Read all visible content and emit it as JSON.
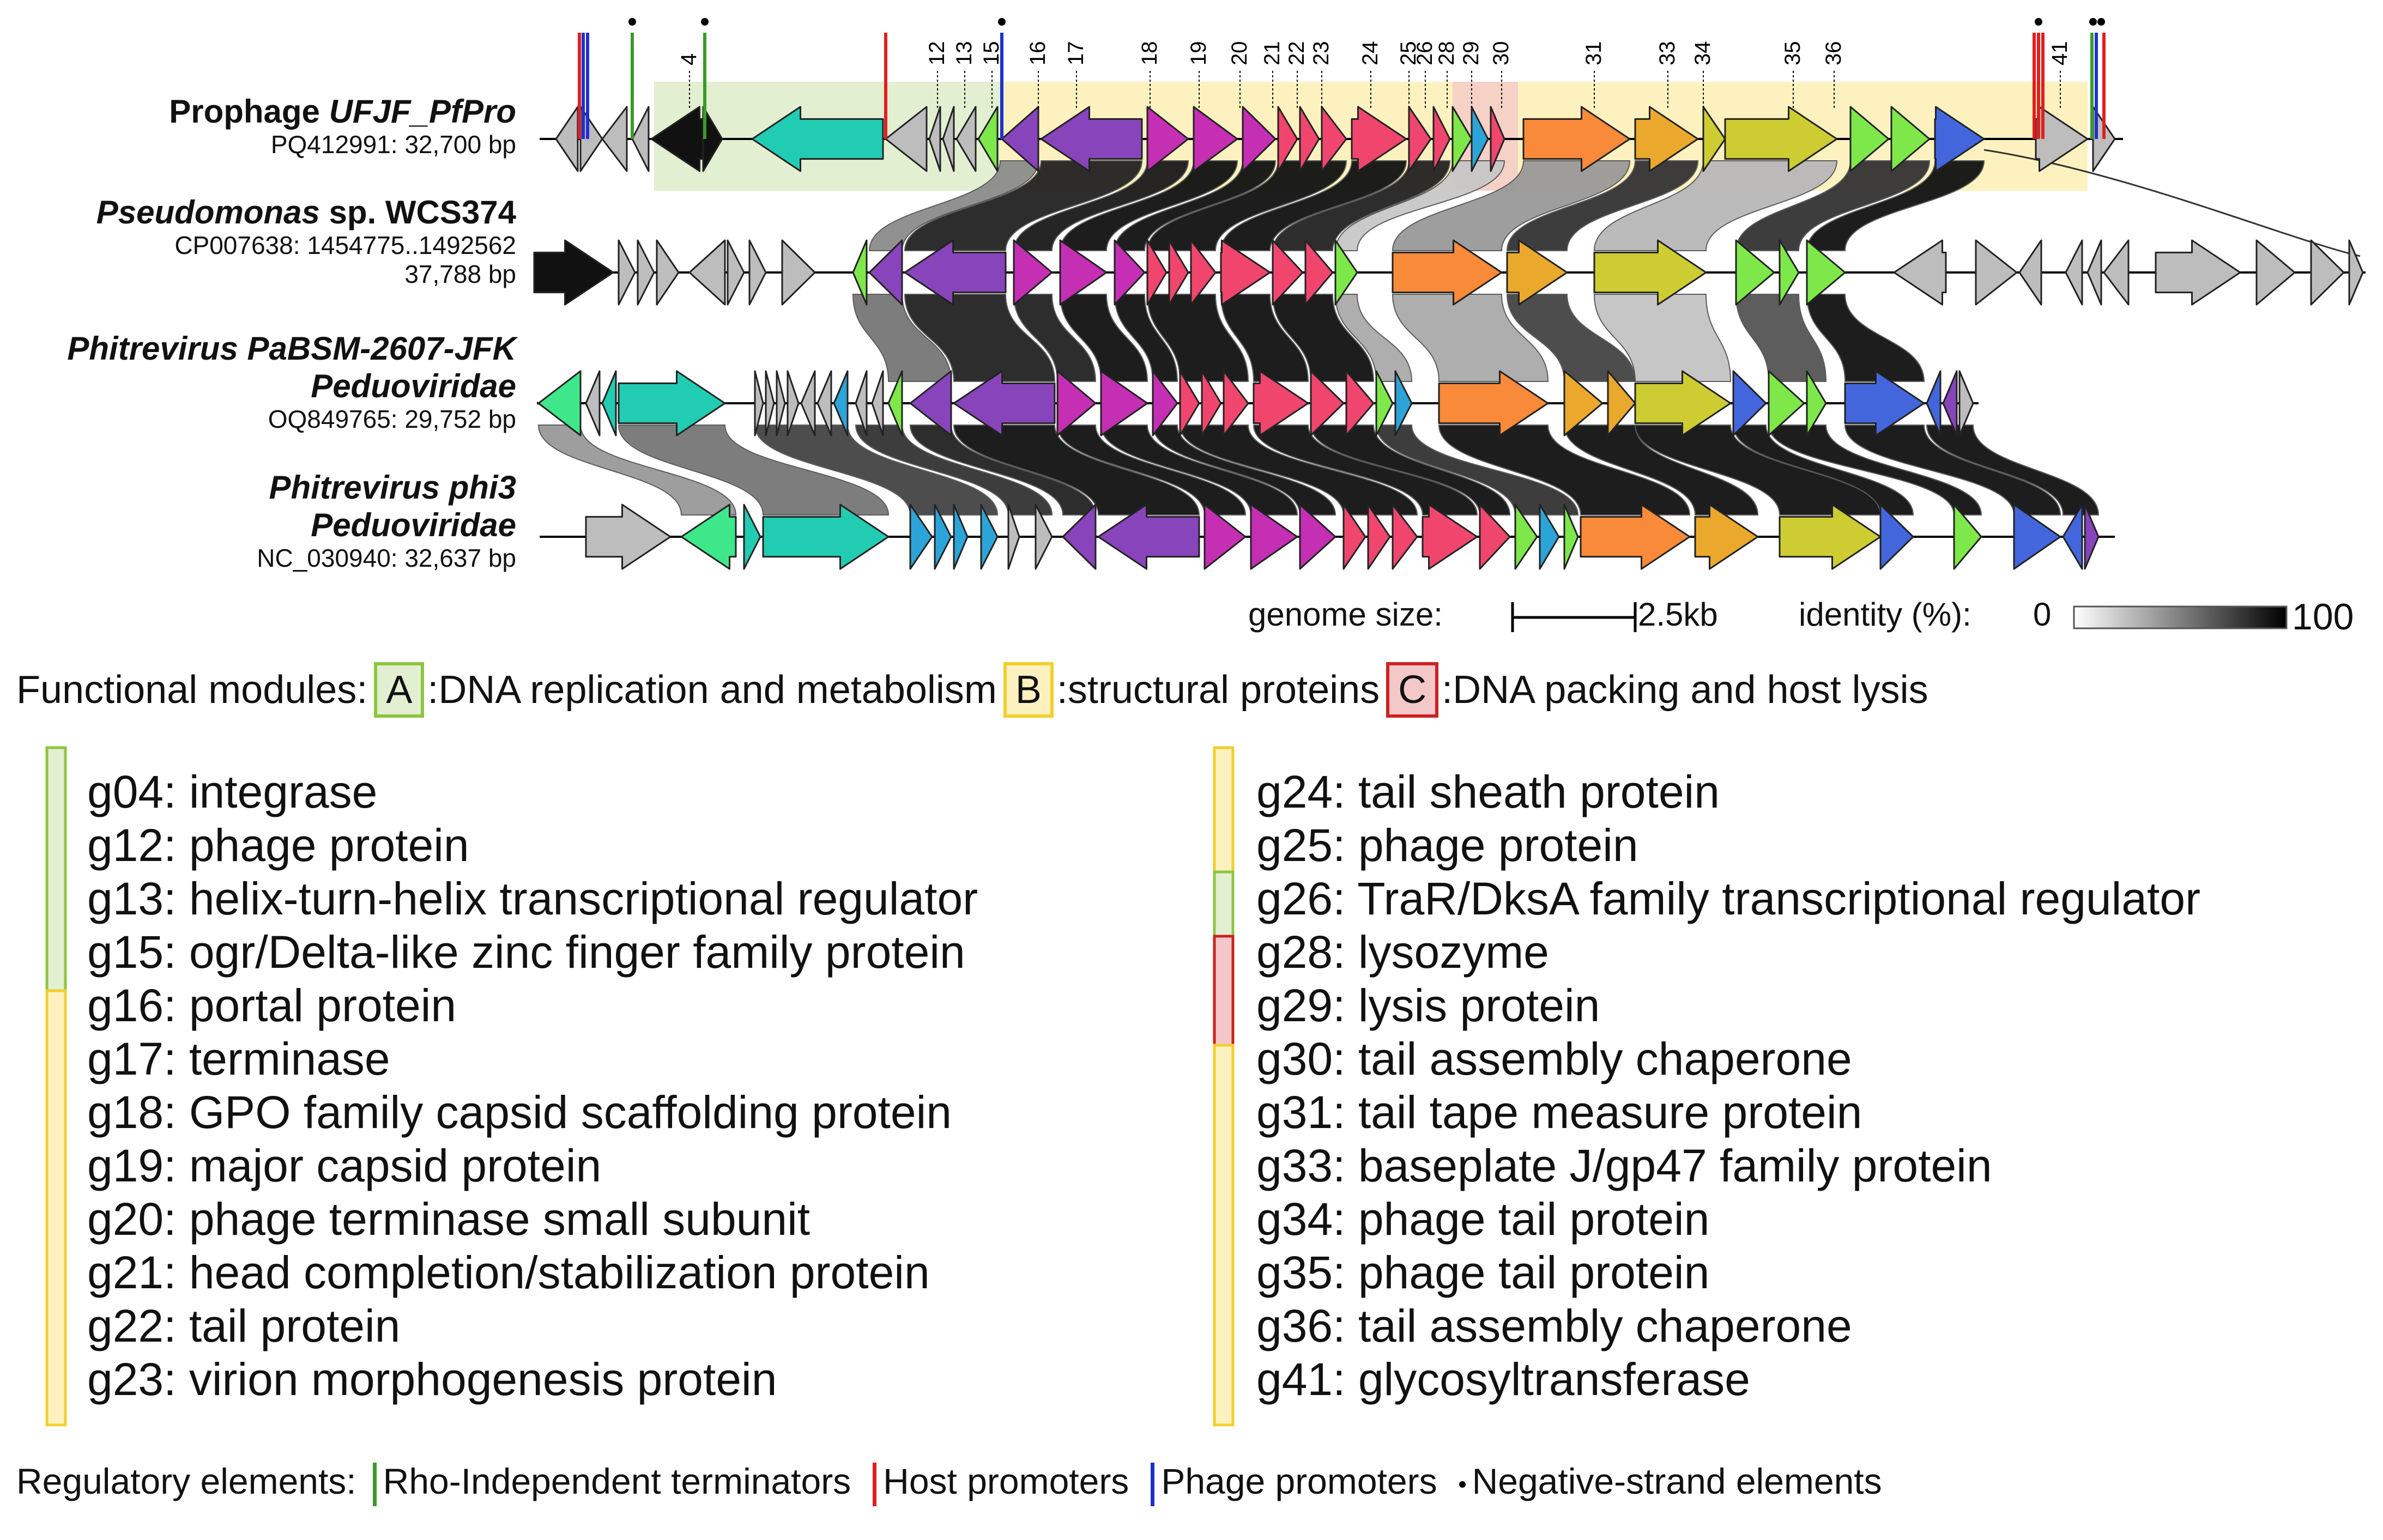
{
  "genomes": [
    {
      "id": "g1",
      "name_plain": "Prophage ",
      "name_italic": "UFJF_PfPro",
      "accession": "PQ412991: 32,700 bp"
    },
    {
      "id": "g2",
      "name_plain": "",
      "name_italic": "Pseudomonas",
      "name_plain2": " sp. WCS374",
      "accession": "CP007638: 1454775..1492562",
      "size": "37,788 bp"
    },
    {
      "id": "g3",
      "name_italic": "Phitrevirus PaBSM-2607-JFK",
      "family": "Peduoviridae",
      "accession": "OQ849765: 29,752 bp"
    },
    {
      "id": "g4",
      "name_italic": "Phitrevirus phi3",
      "family": "Peduoviridae",
      "accession": "NC_030940: 32,637 bp"
    }
  ],
  "gene_numbers": [
    "4",
    "12",
    "13",
    "15",
    "16",
    "17",
    "18",
    "19",
    "20",
    "21",
    "22",
    "23",
    "24",
    "25",
    "26",
    "28",
    "29",
    "30",
    "31",
    "33",
    "34",
    "35",
    "36",
    "41"
  ],
  "scale": {
    "label": "genome size:",
    "bar_label": "2.5kb"
  },
  "identity": {
    "label": "identity (%):",
    "min": "0",
    "max": "100"
  },
  "modules": {
    "label": "Functional modules:",
    "items": [
      {
        "key": "A",
        "desc": ":DNA replication and metabolism",
        "fill": "#e2efd1",
        "border": "#8cc63f"
      },
      {
        "key": "B",
        "desc": ":structural proteins",
        "fill": "#fdf2bf",
        "border": "#f2cf2c"
      },
      {
        "key": "C",
        "desc": ":DNA packing and host lysis",
        "fill": "#f4c8c8",
        "border": "#cc2222"
      }
    ]
  },
  "gene_list_left": [
    "g04: integrase",
    "g12: phage protein",
    "g13: helix-turn-helix transcriptional regulator",
    "g15: ogr/Delta-like zinc finger family protein",
    "g16: portal protein",
    "g17: terminase",
    "g18: GPO family capsid scaffolding protein",
    "g19: major capsid protein",
    "g20: phage terminase small subunit",
    "g21: head completion/stabilization protein",
    "g22: tail protein",
    "g23: virion morphogenesis protein"
  ],
  "gene_list_right": [
    "g24: tail sheath protein",
    "g25: phage protein",
    "g26: TraR/DksA family transcriptional regulator",
    "g28: lysozyme",
    "g29: lysis protein",
    "g30: tail assembly chaperone",
    "g31: tail tape measure protein",
    "g33: baseplate J/gp47 family protein",
    "g34: phage tail protein",
    "g35: phage tail protein",
    "g36: tail assembly chaperone",
    "g41: glycosyltransferase"
  ],
  "regulatory": {
    "label": "Regulatory elements:",
    "items": [
      {
        "text": "Rho-Independent terminators",
        "color": "#3a9a2a",
        "type": "tick"
      },
      {
        "text": "Host promoters",
        "color": "#e02020",
        "type": "tick"
      },
      {
        "text": "Phage promoters",
        "color": "#2030d0",
        "type": "tick"
      },
      {
        "text": "Negative-strand elements",
        "color": "#000000",
        "type": "dot"
      }
    ]
  },
  "gene_colors": {
    "gray": "#bdbdbd",
    "black": "#111111",
    "teal": "#22ccb2",
    "green": "#7ee84a",
    "purple": "#8844bb",
    "magenta": "#c42fb3",
    "pink": "#f0466e",
    "orange": "#f98a3a",
    "amber": "#eaa82c",
    "olive": "#cdcd33",
    "blue": "#4466dd",
    "cyan": "#2da4d8",
    "mint": "#3ee88a"
  }
}
